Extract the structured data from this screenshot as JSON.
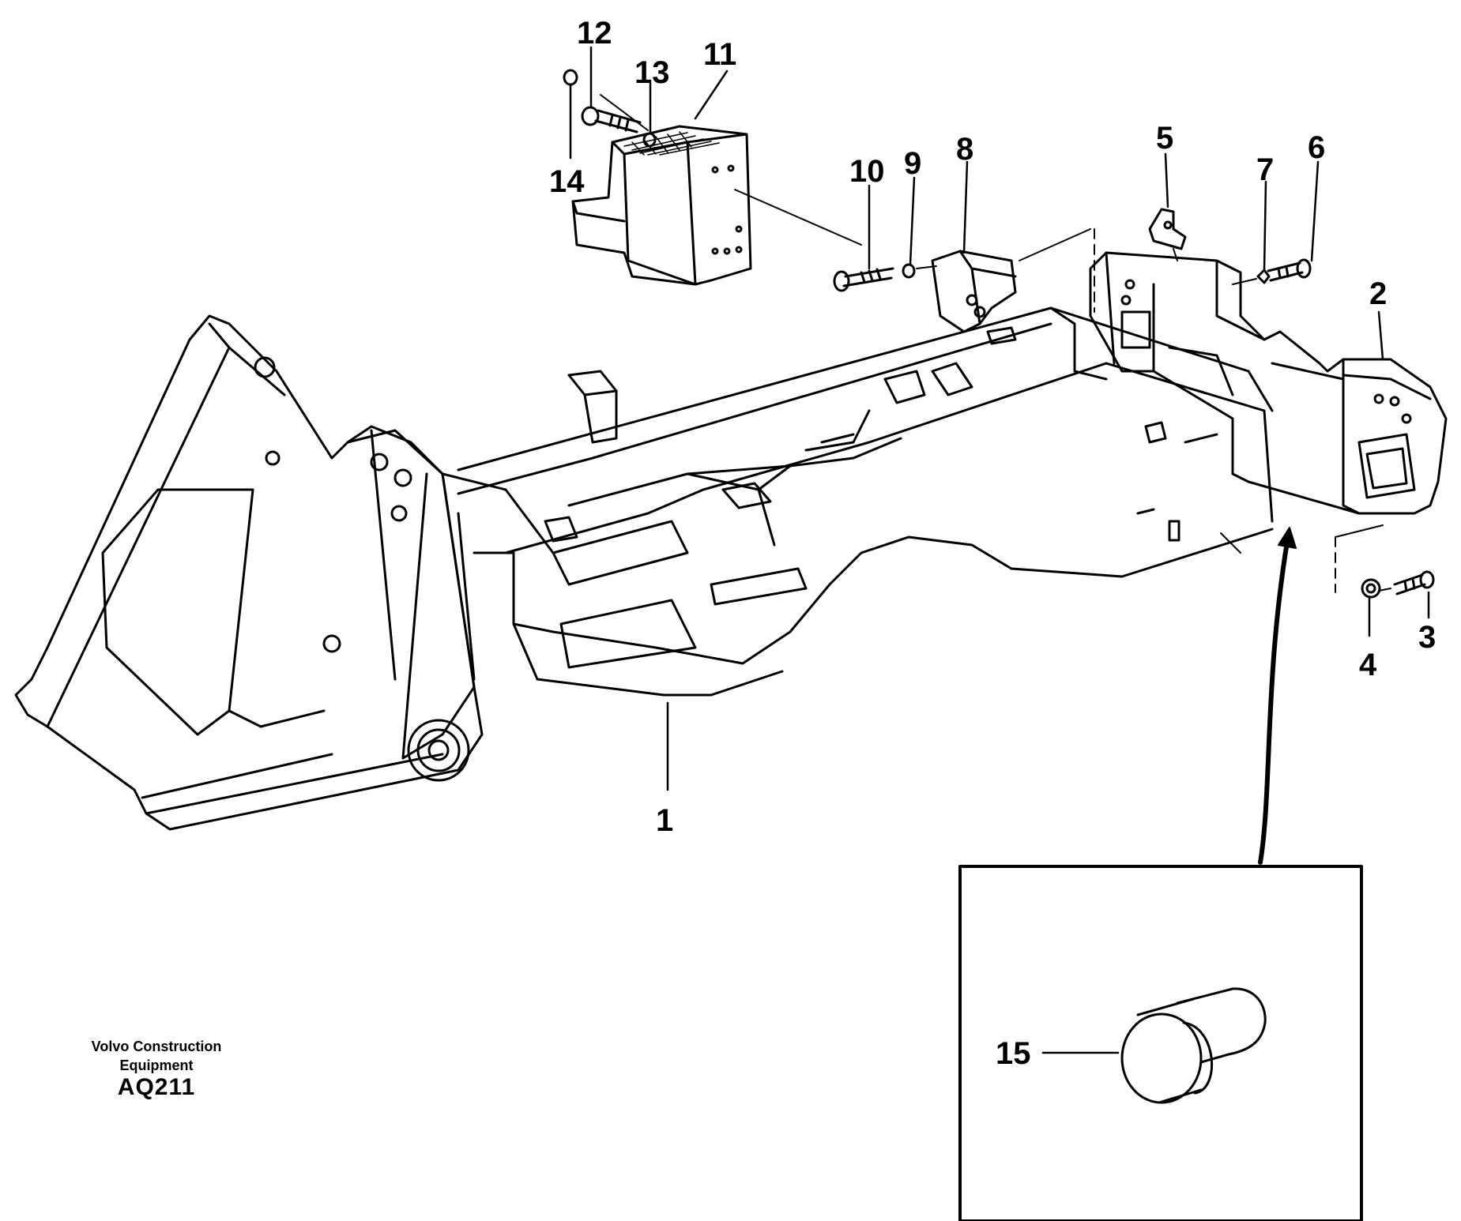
{
  "callouts": {
    "c1": "1",
    "c2": "2",
    "c3": "3",
    "c4": "4",
    "c5": "5",
    "c6": "6",
    "c7": "7",
    "c8": "8",
    "c9": "9",
    "c10": "10",
    "c11": "11",
    "c12": "12",
    "c13": "13",
    "c14": "14",
    "c15": "15"
  },
  "caption": {
    "company_line1": "Volvo Construction",
    "company_line2": "Equipment",
    "code": "AQ211"
  }
}
